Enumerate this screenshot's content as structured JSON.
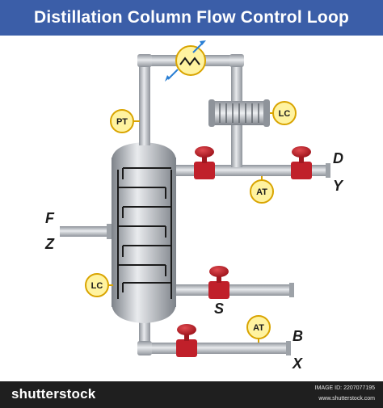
{
  "title": "Distillation Column Flow Control Loop",
  "instruments": {
    "pt": "PT",
    "lc_top": "LC",
    "at_top": "AT",
    "lc_bottom": "LC",
    "at_bottom": "AT"
  },
  "streams": {
    "feed_f": "F",
    "feed_z": "Z",
    "distillate_d": "D",
    "distillate_y": "Y",
    "side_s": "S",
    "bottoms_b": "B",
    "bottoms_x": "X"
  },
  "footer": {
    "brand": "shutterstock",
    "image_id": "IMAGE ID: 2207077195",
    "site": "www.shutterstock.com"
  },
  "colors": {
    "title_bar": "#3b5ea8",
    "valve_red": "#c0202a",
    "instrument_fill": "#fff3a0",
    "instrument_stroke": "#d9a400",
    "pipe_gray": "#b8bcc2"
  }
}
